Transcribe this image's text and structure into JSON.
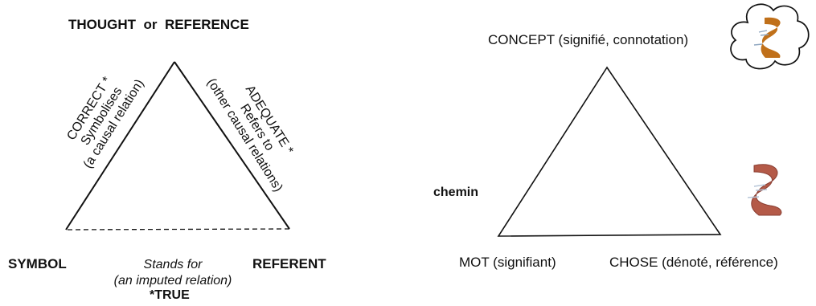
{
  "left": {
    "top_label": "THOUGHT  or  REFERENCE",
    "bottom_left_label": "SYMBOL",
    "bottom_right_label": "REFERENT",
    "left_side": [
      "CORRECT *",
      "Symbolises",
      "(a causal relation)"
    ],
    "right_side": [
      "ADEQUATE *",
      "Refers to",
      "(other causal relations)"
    ],
    "base_label": [
      "Stands for",
      "(an imputed relation)"
    ],
    "base_note": "*TRUE"
  },
  "right": {
    "top_label": "CONCEPT (signifié, connotation)",
    "left_label": "chemin",
    "bottom_left_label": "MOT (signifiant)",
    "bottom_right_label": "CHOSE (dénoté, référence)",
    "icon_thought": "thought-cloud-with-path-icon",
    "icon_thing": "winding-path-icon"
  },
  "colors": {
    "line": "#111111",
    "path_brown": "#c0701a",
    "path_red": "#b45a48"
  }
}
